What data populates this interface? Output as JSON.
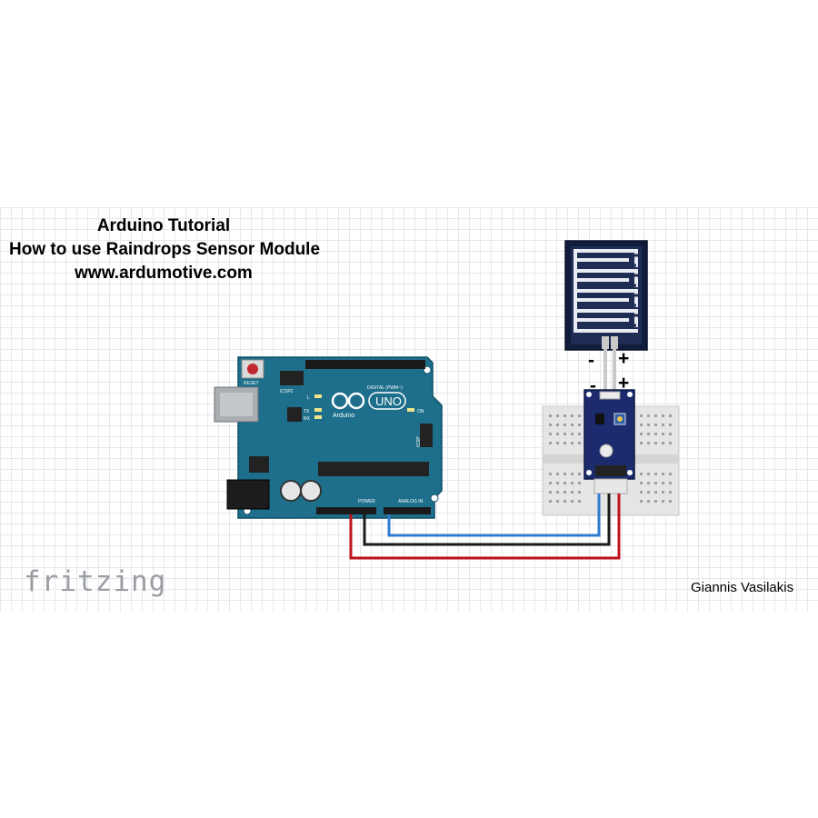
{
  "header": {
    "line1": "Arduino Tutorial",
    "line2": "How to use Raindrops Sensor Module",
    "line3": "www.ardumotive.com"
  },
  "footer": {
    "logo": "fritzing",
    "author": "Giannis Vasilakis"
  },
  "board": {
    "brand": "Arduino",
    "model": "UNO",
    "reset_label": "RESET",
    "icsp2_label": "ICSP2",
    "icsp_label": "ICSP",
    "digital_label": "DIGITAL (PWM~)",
    "power_label": "POWER",
    "analog_label": "ANALOG IN",
    "on_label": "ON",
    "led_l": "L",
    "led_tx": "TX",
    "led_rx": "RX"
  },
  "sensor": {
    "pad_top_left": "-",
    "pad_top_right": "+",
    "module_left": "-",
    "module_right": "+"
  },
  "colors": {
    "board": "#1d6f8c",
    "module": "#1b2b6e",
    "wire_red": "#c0141c",
    "wire_black": "#1a1a1a",
    "wire_blue": "#2f7bd0"
  }
}
